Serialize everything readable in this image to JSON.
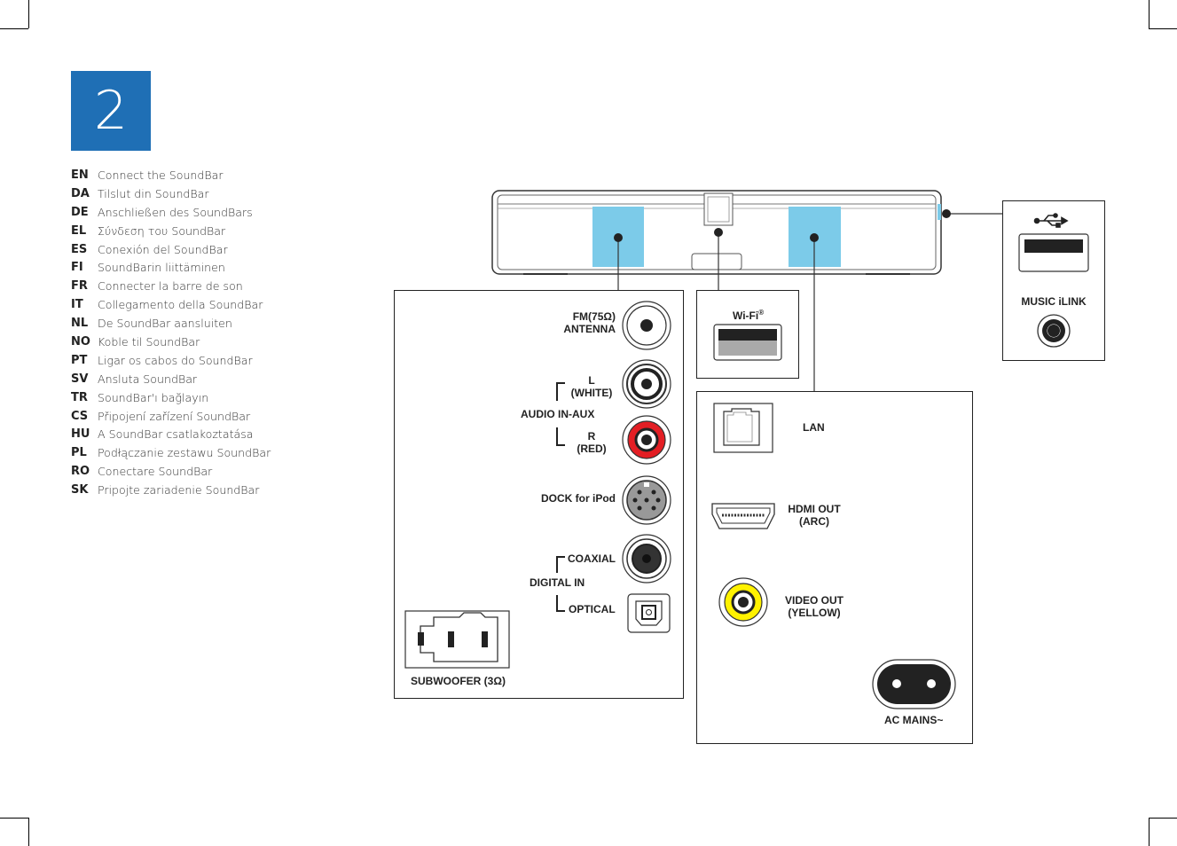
{
  "step": {
    "number": "2"
  },
  "languages": [
    {
      "code": "EN",
      "text": "Connect the SoundBar"
    },
    {
      "code": "DA",
      "text": "Tilslut din SoundBar"
    },
    {
      "code": "DE",
      "text": "Anschließen des SoundBars"
    },
    {
      "code": "EL",
      "text": "Σύνδεση του SoundBar"
    },
    {
      "code": "ES",
      "text": "Conexión del SoundBar"
    },
    {
      "code": "FI",
      "text": "SoundBarin liittäminen"
    },
    {
      "code": "FR",
      "text": "Connecter la barre de son"
    },
    {
      "code": "IT",
      "text": "Collegamento della SoundBar"
    },
    {
      "code": "NL",
      "text": "De SoundBar aansluiten"
    },
    {
      "code": "NO",
      "text": "Koble til SoundBar"
    },
    {
      "code": "PT",
      "text": "Ligar os cabos do SoundBar"
    },
    {
      "code": "SV",
      "text": "Ansluta SoundBar"
    },
    {
      "code": "TR",
      "text": "SoundBar'ı bağlayın"
    },
    {
      "code": "CS",
      "text": "Připojení zařízení SoundBar"
    },
    {
      "code": "HU",
      "text": "A SoundBar csatlakoztatása"
    },
    {
      "code": "PL",
      "text": "Podłączanie zestawu SoundBar"
    },
    {
      "code": "RO",
      "text": "Conectare SoundBar"
    },
    {
      "code": "SK",
      "text": "Pripojte zariadenie SoundBar"
    }
  ],
  "left_panel": {
    "fm_line1": "FM(75Ω)",
    "fm_line2": "ANTENNA",
    "l_line1": "L",
    "l_line2": "(WHITE)",
    "audio_in_aux": "AUDIO IN-AUX",
    "r_line1": "R",
    "r_line2": "(RED)",
    "dock": "DOCK for iPod",
    "coaxial": "COAXIAL",
    "digital_in": "DIGITAL IN",
    "optical": "OPTICAL",
    "subwoofer": "SUBWOOFER (3Ω)"
  },
  "wifi_panel": {
    "label": "Wi-Fi",
    "mark": "®"
  },
  "right_panel": {
    "lan": "LAN",
    "hdmi_line1": "HDMI OUT",
    "hdmi_line2": "(ARC)",
    "video_line1": "VIDEO OUT",
    "video_line2": "(YELLOW)",
    "ac_mains": "AC MAINS~"
  },
  "side_panel": {
    "music_ilink": "MUSIC iLINK"
  },
  "colors": {
    "step_blue": "#1f6fb5",
    "port_area": "#7ccbe9",
    "rca_red": "#e31e24",
    "rca_yellow": "#fff200",
    "rca_white": "#ffffff"
  },
  "icons": [
    "usb-icon"
  ]
}
